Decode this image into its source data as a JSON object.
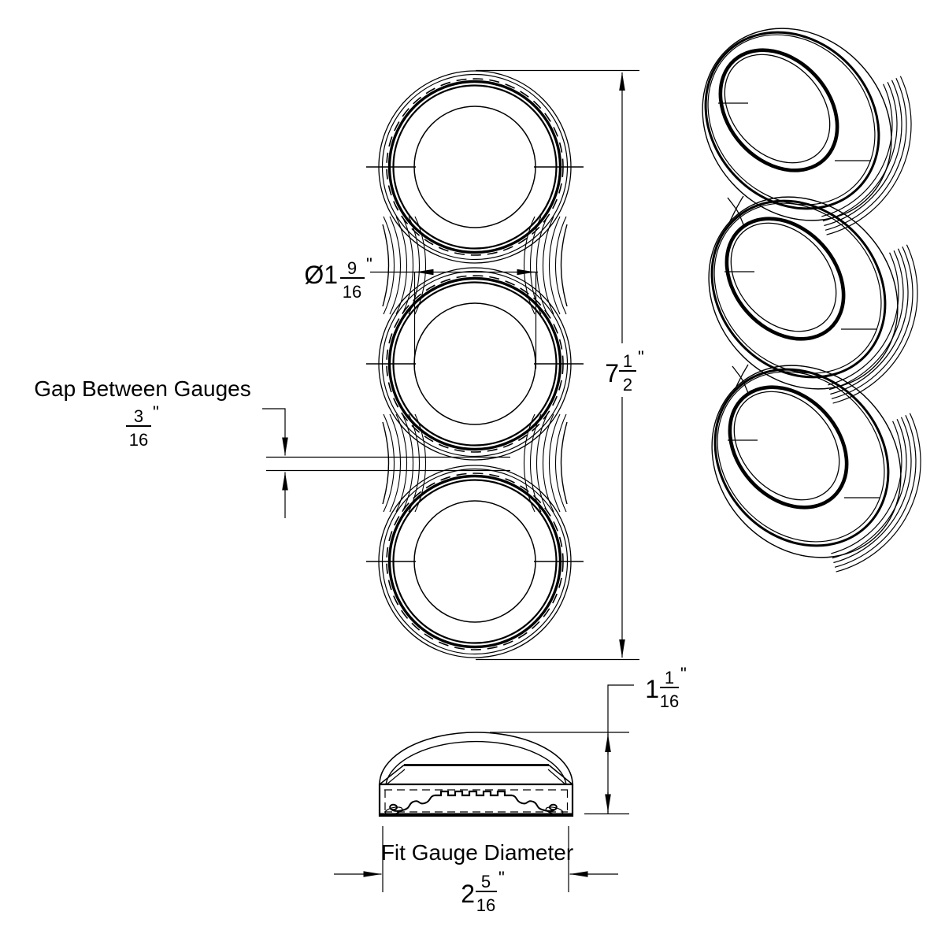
{
  "page": {
    "background": "#ffffff"
  },
  "drawing": {
    "line_color": "#000000",
    "dimensions": {
      "opening_diameter": {
        "prefix_whole": "Ø1",
        "numerator": "9",
        "denominator": "16",
        "unit": "\""
      },
      "overall_height": {
        "whole": "7",
        "numerator": "1",
        "denominator": "2",
        "unit": "\""
      },
      "gauge_gap": {
        "label": "Gap Between Gauges",
        "numerator": "3",
        "denominator": "16",
        "unit": "\""
      },
      "pod_depth": {
        "whole": "1",
        "numerator": "1",
        "denominator": "16",
        "unit": "\""
      },
      "fit_diameter": {
        "label": "Fit Gauge Diameter",
        "whole": "2",
        "numerator": "5",
        "denominator": "16",
        "unit": "\""
      }
    }
  }
}
